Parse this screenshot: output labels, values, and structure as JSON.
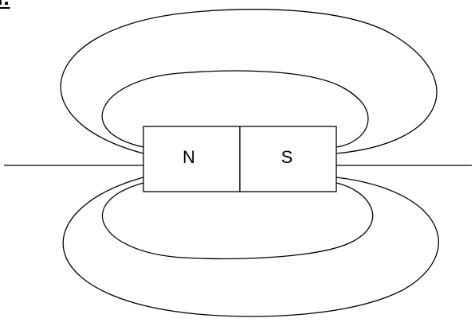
{
  "header": {
    "cut_text": "n:"
  },
  "magnet": {
    "north_label": "N",
    "south_label": "S"
  },
  "colors": {
    "line": "#000000",
    "background": "#ffffff"
  }
}
